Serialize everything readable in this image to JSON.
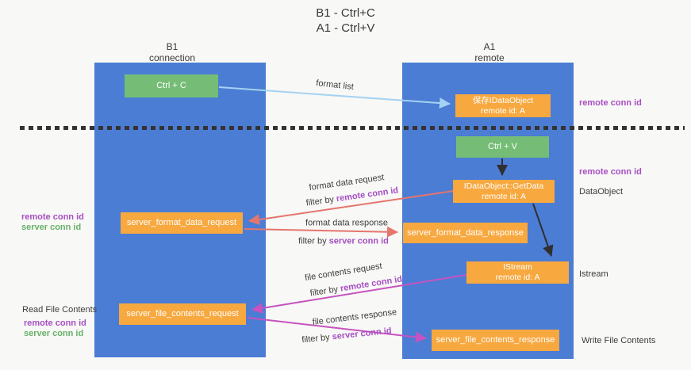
{
  "title": {
    "line1": "B1 - Ctrl+C",
    "line2": "A1 - Ctrl+V"
  },
  "lifelines": {
    "left": {
      "name": "B1",
      "role": "connection"
    },
    "right": {
      "name": "A1",
      "role": "remote"
    }
  },
  "nodes": {
    "ctrl_c": {
      "label": "Ctrl + C"
    },
    "save_dataobject": {
      "line1": "保存IDataObject",
      "line2": "remote id: A"
    },
    "ctrl_v": {
      "label": "Ctrl + V"
    },
    "getdata": {
      "line1": "IDataObject::GetData",
      "line2": "remote id: A"
    },
    "format_request": {
      "label": "server_format_data_request"
    },
    "format_response": {
      "label": "server_format_data_response"
    },
    "istream": {
      "line1": "IStream",
      "line2": "remote id: A"
    },
    "file_request": {
      "label": "server_file_contents_request"
    },
    "file_response": {
      "label": "server_file_contents_response"
    }
  },
  "annotations": {
    "right_remote_conn_id_top": "remote conn id",
    "right_remote_conn_id_mid": "remote conn id",
    "dataobject": "DataObject",
    "istream": "Istream",
    "write_file_contents": "Write File Contents",
    "left_remote_conn_id_top": "remote conn id",
    "left_server_conn_id_top": "server conn id",
    "read_file_contents": "Read File Contents",
    "left_remote_conn_id_bottom": "remote conn id",
    "left_server_conn_id_bottom": "server conn id"
  },
  "edge_labels": {
    "format_list": "format list",
    "format_data_request": "format data request",
    "format_data_response": "format data response",
    "file_contents_request": "file contents request",
    "file_contents_response": "file contents response",
    "filter_by": "filter by ",
    "remote_conn_id": "remote conn id",
    "server_conn_id": "server conn id"
  },
  "colors": {
    "lifeline_blue": "#4b7dd4",
    "node_green": "#75bd76",
    "node_orange": "#f7a83f",
    "label_purple": "#a74ec4",
    "label_green": "#68b168",
    "arrow_salmon": "#e5756d",
    "arrow_magenta": "#c653c0",
    "arrow_lightblue": "#a5d2f2",
    "arrow_black": "#303030",
    "text_dark": "#3d3d3d",
    "background": "#f8f8f6"
  }
}
